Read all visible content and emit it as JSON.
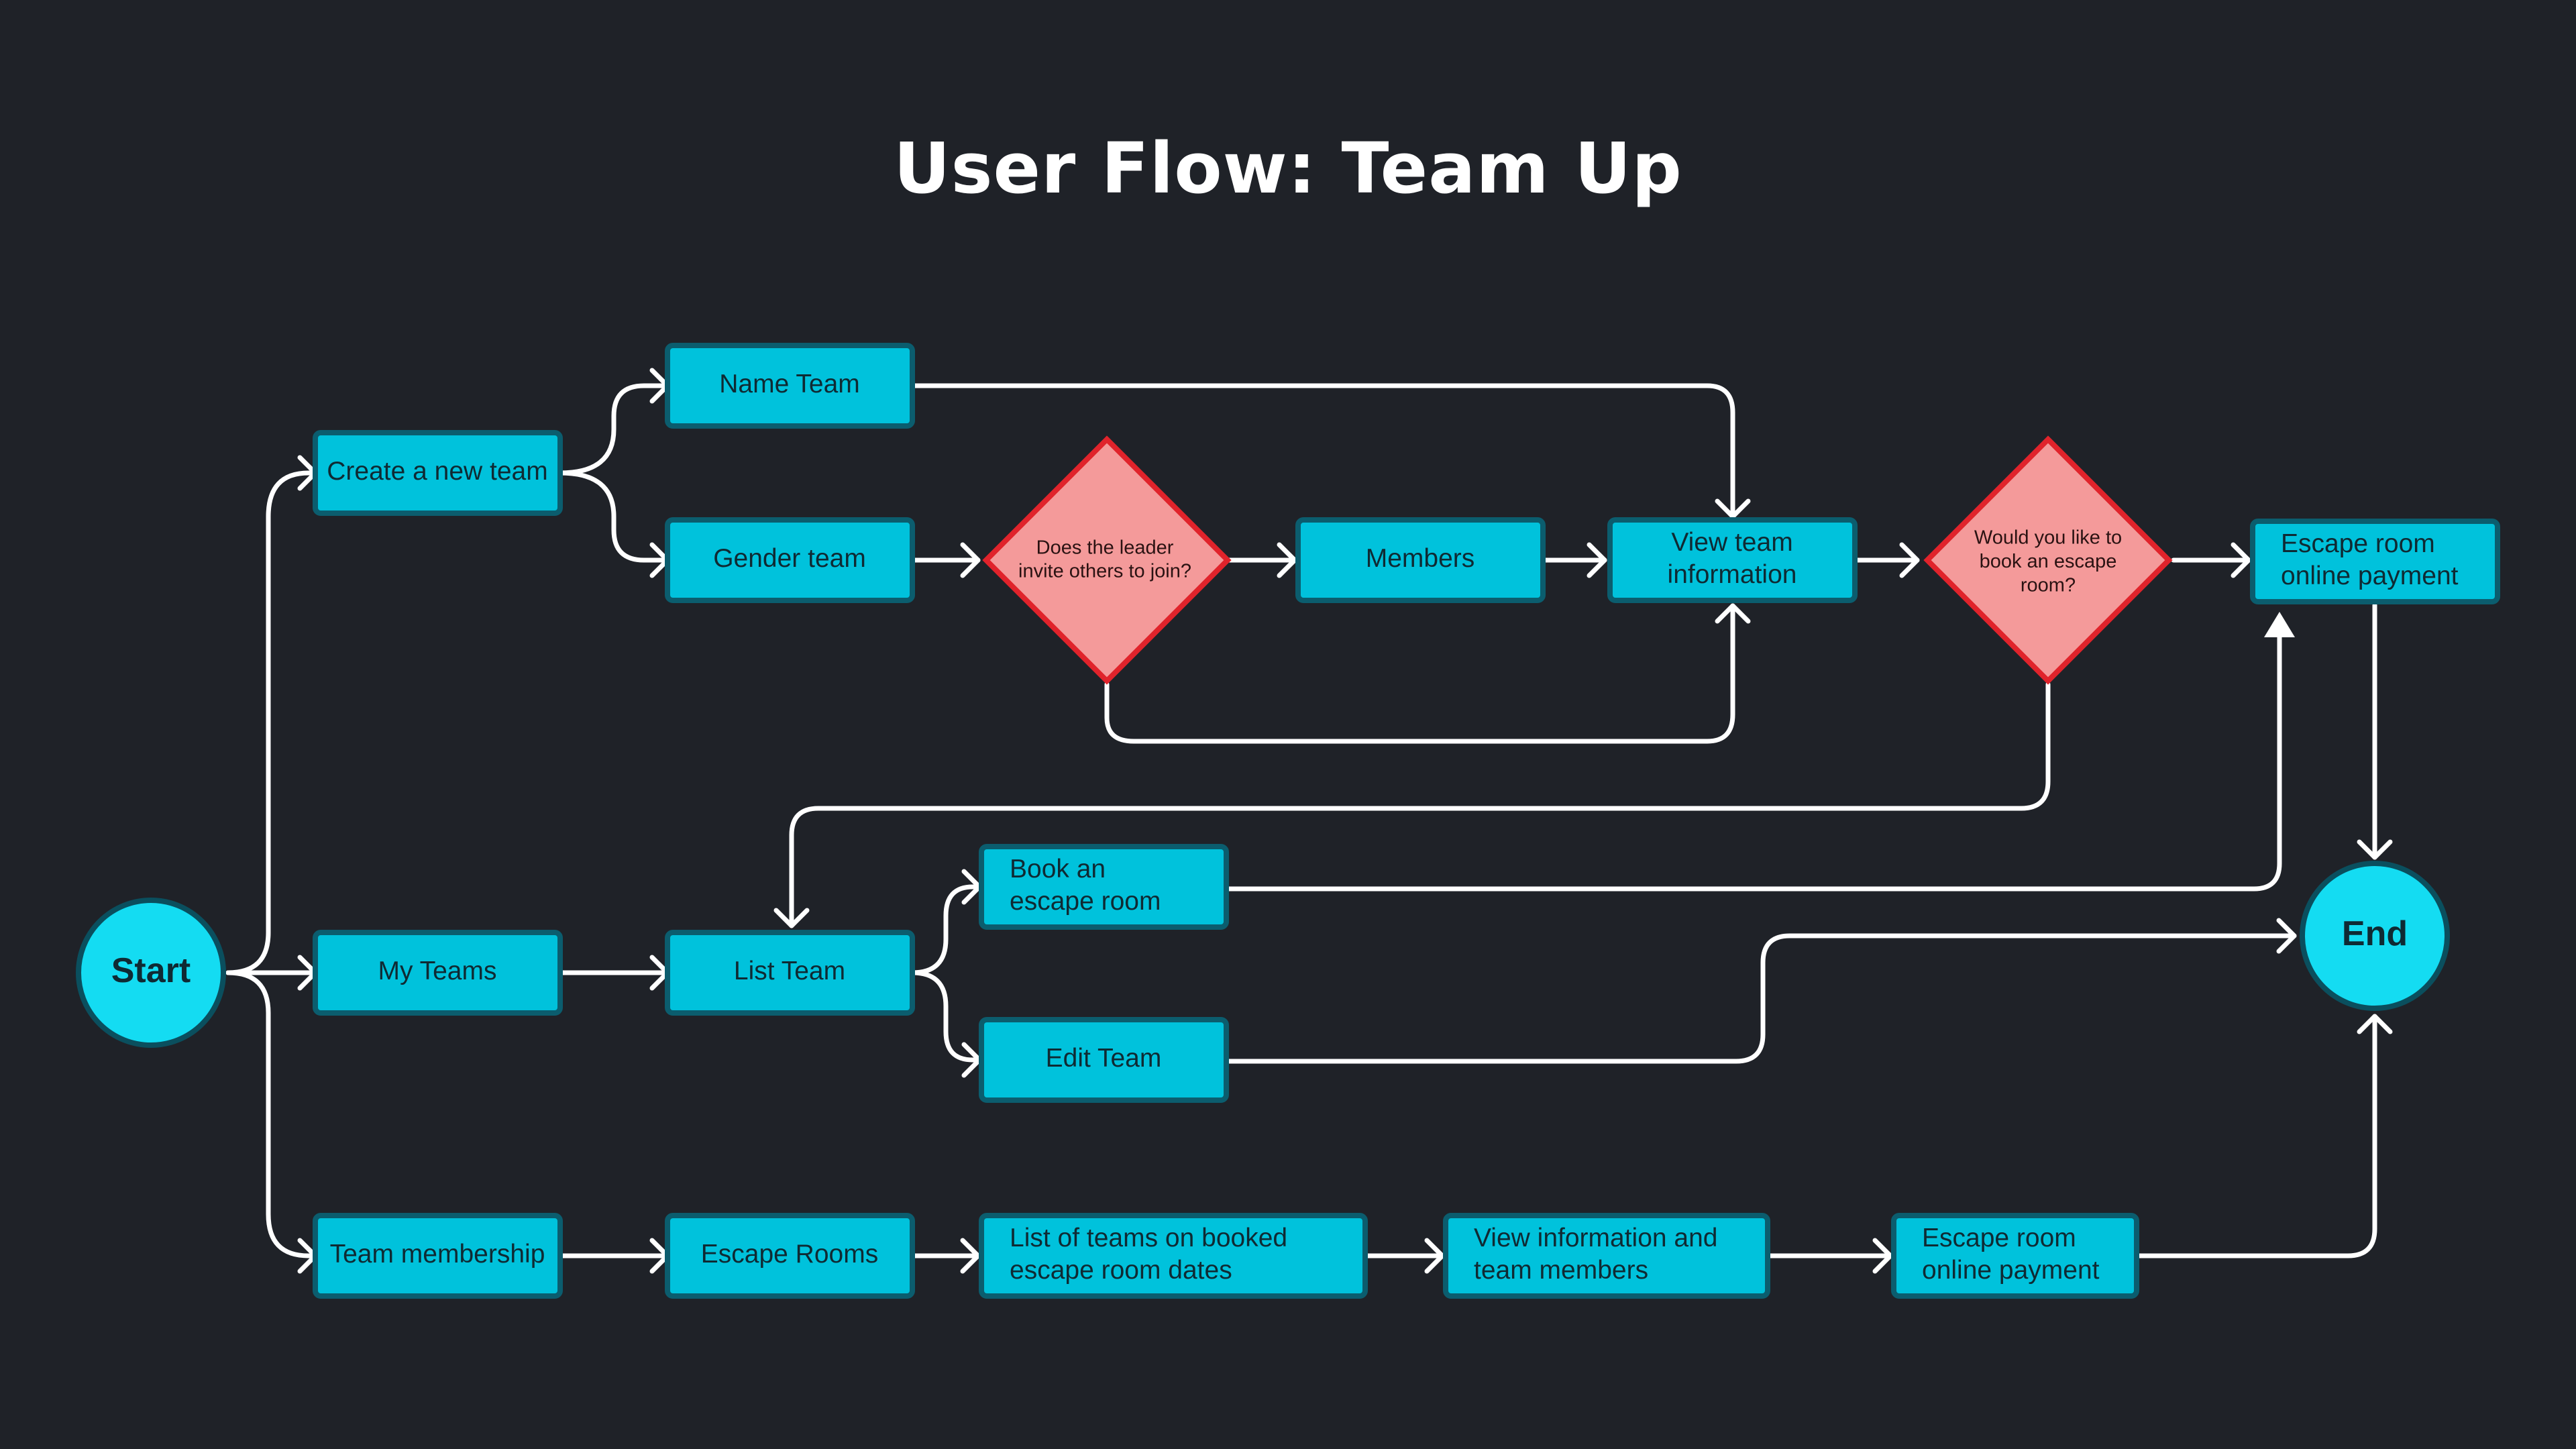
{
  "title": "User Flow: Team Up",
  "colors": {
    "background": "#1f2228",
    "process": "#00c2dc",
    "terminal": "#14dcf2",
    "decision": "#f49a9a",
    "decision_border": "#e0232b",
    "connector": "#ffffff"
  },
  "nodes": {
    "start": [
      "Start"
    ],
    "end": [
      "End"
    ],
    "create_team": [
      "Create a new team"
    ],
    "my_teams": [
      "My Teams"
    ],
    "team_membership": [
      "Team membership"
    ],
    "name_team": [
      "Name Team"
    ],
    "gender_team": [
      "Gender team"
    ],
    "leader_invite": [
      "Does the leader",
      "invite others to join?"
    ],
    "members": [
      "Members"
    ],
    "view_team_info": [
      "View team",
      "information"
    ],
    "book_question": [
      "Would you like to",
      "book an escape",
      "room?"
    ],
    "payment_top": [
      "Escape room",
      "online payment"
    ],
    "list_team": [
      "List Team"
    ],
    "book_room": [
      "Book an",
      "escape room"
    ],
    "edit_team": [
      "Edit Team"
    ],
    "escape_rooms": [
      "Escape Rooms"
    ],
    "list_booked": [
      "List of teams on booked",
      "escape room dates"
    ],
    "view_info_members": [
      "View information and",
      "team members"
    ],
    "payment_bottom": [
      "Escape room",
      "online payment"
    ]
  }
}
